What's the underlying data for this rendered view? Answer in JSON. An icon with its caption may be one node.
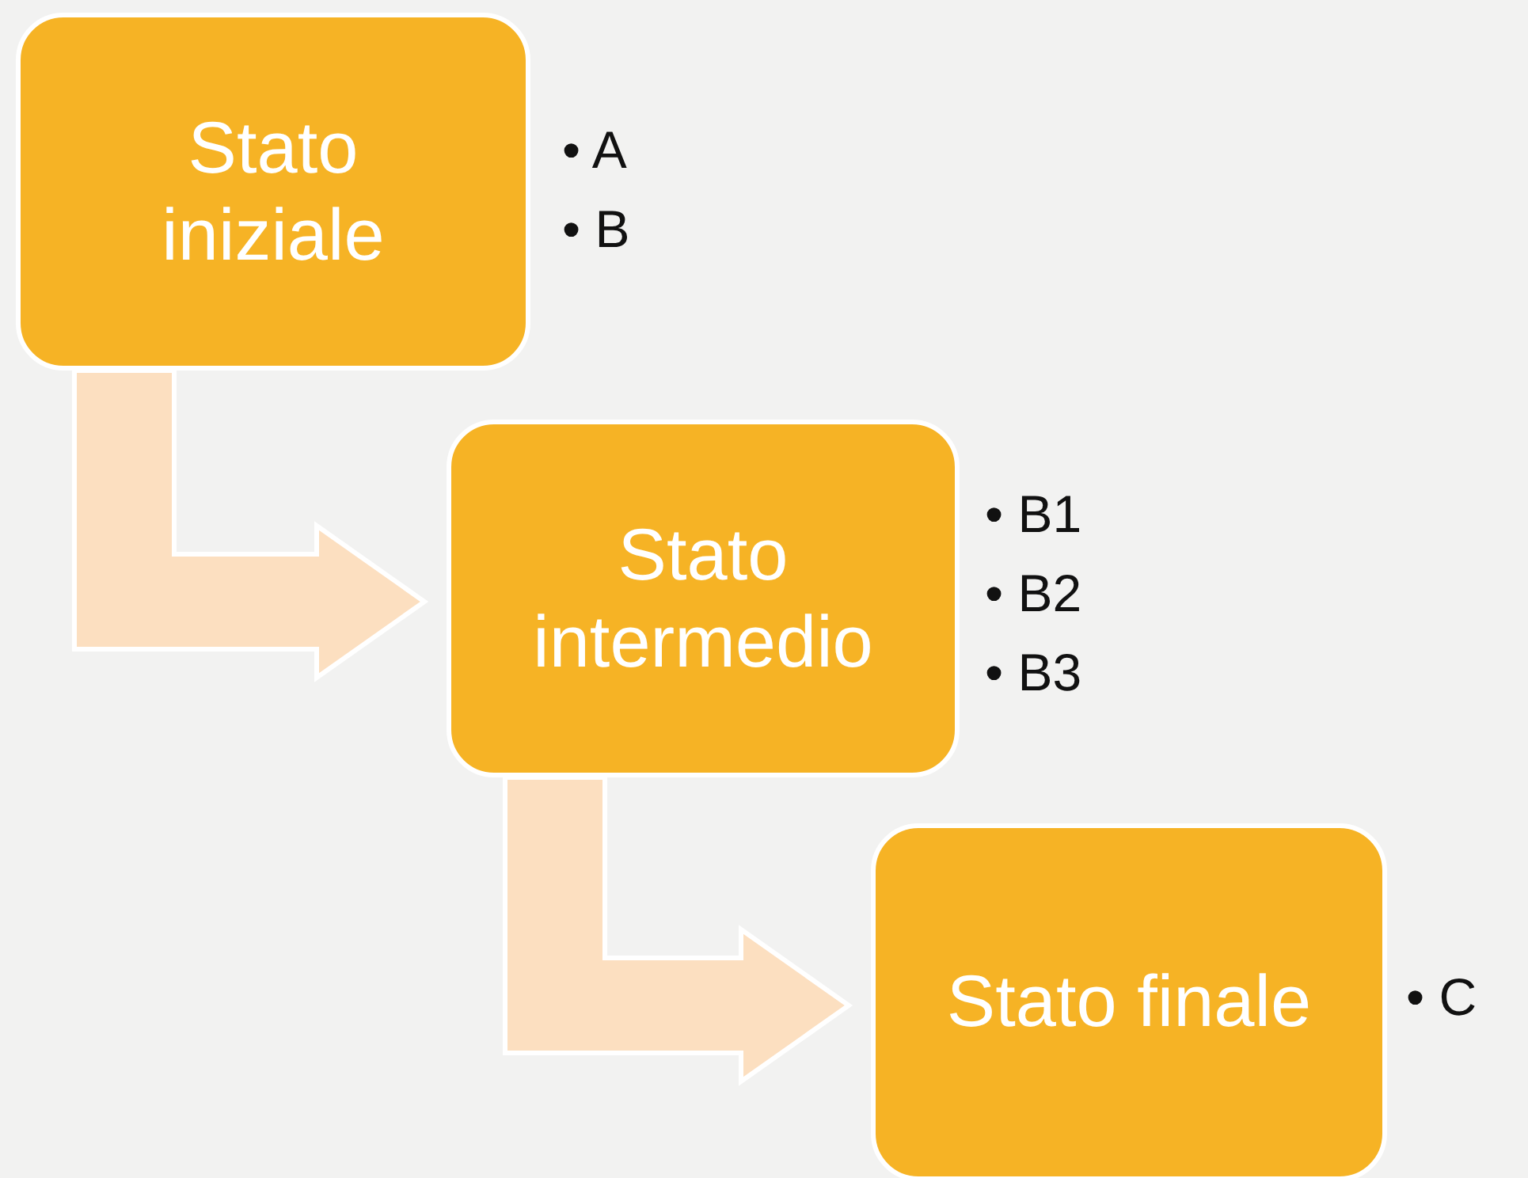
{
  "diagram": {
    "nodes": [
      {
        "text": [
          "Stato iniziale"
        ],
        "beside": [
          "• A",
          "• B"
        ]
      },
      {
        "text": [
          "Stato intermedio"
        ],
        "beside": [
          "• B1",
          "• B2",
          "• B3"
        ]
      },
      {
        "text": [
          "Stato finale"
        ],
        "beside": [
          "• C"
        ]
      }
    ],
    "edges": [
      {
        "from": 0,
        "to": 1,
        "arrow": "to",
        "style": "thick"
      },
      {
        "from": 1,
        "to": 2,
        "arrow": "to",
        "style": "thick"
      }
    ]
  }
}
